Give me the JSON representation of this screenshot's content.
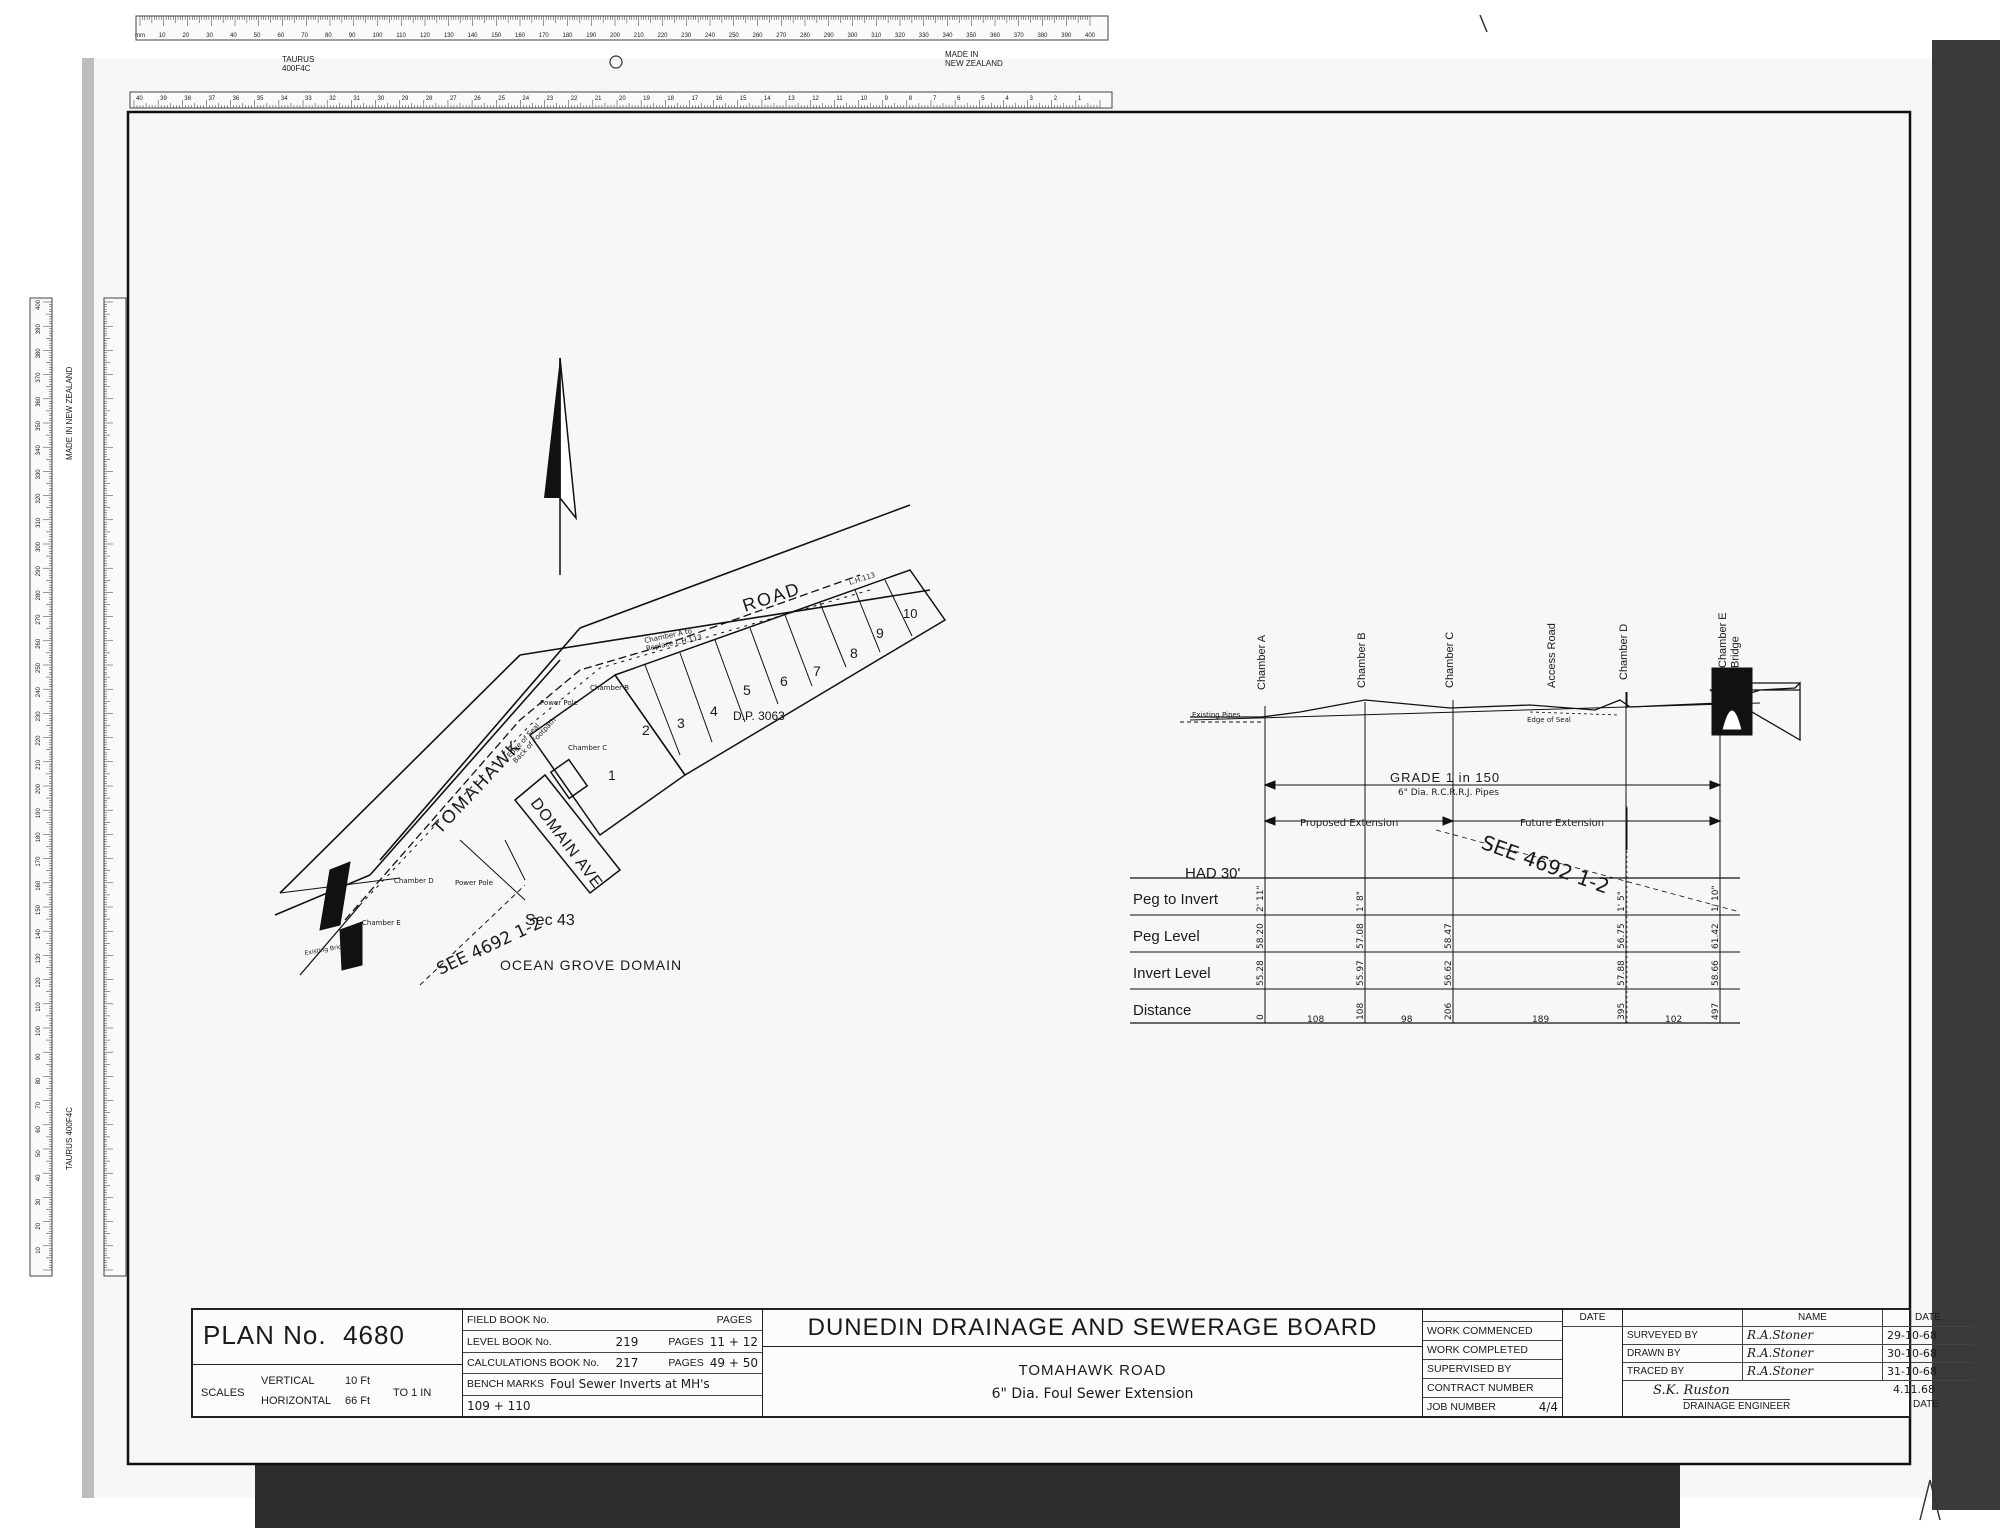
{
  "ruler_top": {
    "maker": "TAURUS\n400F4C",
    "made_in": "MADE IN\nNEW ZEALAND",
    "mm_ticks": [
      "mm",
      "10",
      "20",
      "30",
      "40",
      "50",
      "60",
      "70",
      "80",
      "90",
      "100",
      "110",
      "120",
      "130",
      "140",
      "150",
      "160",
      "170",
      "180",
      "190",
      "200",
      "210",
      "220",
      "230",
      "240",
      "250",
      "260",
      "270",
      "280",
      "290",
      "300",
      "310",
      "320",
      "330",
      "340",
      "350",
      "360",
      "370",
      "380",
      "390",
      "400"
    ],
    "inch_ticks": [
      "40",
      "39",
      "38",
      "37",
      "36",
      "35",
      "34",
      "33",
      "32",
      "31",
      "30",
      "29",
      "28",
      "27",
      "26",
      "25",
      "24",
      "23",
      "22",
      "21",
      "20",
      "19",
      "18",
      "17",
      "16",
      "15",
      "14",
      "13",
      "12",
      "11",
      "10",
      "9",
      "8",
      "7",
      "6",
      "5",
      "4",
      "3",
      "2",
      "1"
    ]
  },
  "ruler_left": {
    "maker": "TAURUS 400F4C",
    "made_in": "MADE IN NEW ZEALAND",
    "mm_ticks": [
      "400",
      "390",
      "380",
      "370",
      "360",
      "350",
      "340",
      "330",
      "320",
      "310",
      "300",
      "290",
      "280",
      "270",
      "260",
      "250",
      "240",
      "230",
      "220",
      "210",
      "200",
      "190",
      "180",
      "170",
      "160",
      "150",
      "140",
      "130",
      "120",
      "110",
      "100",
      "90",
      "80",
      "70",
      "60",
      "50",
      "40",
      "30",
      "20",
      "10"
    ]
  },
  "site_plan": {
    "road_name_1": "TOMAHAWK",
    "road_name_2": "ROAD",
    "road_note": "Edge of Seal\nBack of Footpath",
    "lh_label": "L.H.113",
    "chamber_a_note": "Chamber A to\nReplace L.H.113",
    "chamber_b": "Chamber B",
    "chamber_c": "Chamber C",
    "chamber_d": "Chamber D",
    "chamber_e": "Chamber E",
    "power_pole_1": "Power Pole",
    "power_pole_2": "Power Pole",
    "lots": [
      "1",
      "2",
      "3",
      "4",
      "5",
      "6",
      "7",
      "8",
      "9",
      "10"
    ],
    "dp": "D.P. 3063",
    "domain_ave": "DOMAIN AVE",
    "section": "Sec 43",
    "see_note": "SEE 4692 1-2",
    "ocean_grove": "OCEAN GROVE DOMAIN",
    "bridge_note": "Existing Bridge"
  },
  "profile": {
    "chambers": [
      "Chamber A",
      "Chamber B",
      "Chamber C",
      "Access Road",
      "Chamber D",
      "Chamber E\nBridge"
    ],
    "existing_pipes": "Existing Pipes",
    "edge_of_seal": "Edge of Seal",
    "grade": "GRADE  1 in 150",
    "pipes": "6\" Dia. R.C.R.R.J. Pipes",
    "proposed": "Proposed Extension",
    "future": "Future Extension",
    "see_note": "SEE 4692  1-2",
    "datum": "HAD 30'",
    "row_labels": [
      "Peg to Invert",
      "Peg Level",
      "Invert Level",
      "Distance"
    ],
    "peg_to_invert": [
      "2' 11\"",
      "1' 8\"",
      "",
      "",
      "1' 5\"",
      "1' 10\""
    ],
    "peg_level": [
      "58.20",
      "57.08",
      "58.47",
      "",
      "56.75",
      "61.42"
    ],
    "invert_level": [
      "55.28",
      "55.97",
      "56.62",
      "",
      "57.88",
      "58.66"
    ],
    "distance": [
      "0",
      "108",
      "206",
      "",
      "395",
      "497"
    ],
    "segment_lengths": [
      "108",
      "98",
      "189",
      "102"
    ]
  },
  "title_block": {
    "plan_label": "PLAN No.",
    "plan_number": "4680",
    "scales_label": "SCALES",
    "vertical_label": "VERTICAL",
    "vertical_value": "10 Ft",
    "horizontal_label": "HORIZONTAL",
    "horizontal_value": "66 Ft",
    "to_label": "TO 1 IN",
    "field_book_label": "FIELD BOOK No.",
    "field_book_value": "",
    "level_book_label": "LEVEL BOOK No.",
    "level_book_value": "219",
    "calc_book_label": "CALCULATIONS BOOK No.",
    "calc_book_value": "217",
    "bench_marks_label": "BENCH MARKS",
    "bench_marks_value": "Foul Sewer Inverts at MH's",
    "bench_marks_value_2": "109 + 110",
    "pages_label": "PAGES",
    "pages_field": "",
    "pages_level": "11 + 12",
    "pages_calc": "49 + 50",
    "board": "DUNEDIN DRAINAGE AND SEWERAGE BOARD",
    "project": "TOMAHAWK ROAD",
    "description": "6\" Dia. Foul Sewer Extension",
    "work_commenced": "WORK COMMENCED",
    "work_completed": "WORK COMPLETED",
    "supervised_by": "SUPERVISED BY",
    "contract_number": "CONTRACT NUMBER",
    "job_number": "JOB NUMBER",
    "job_number_value": "4/4",
    "date_header": "DATE",
    "name_header": "NAME",
    "surveyed_by": "SURVEYED BY",
    "drawn_by": "DRAWN BY",
    "traced_by": "TRACED BY",
    "surveyed_name": "R.A.Stoner",
    "drawn_name": "R.A.Stoner",
    "traced_name": "R.A.Stoner",
    "surveyed_date": "29-10-68",
    "drawn_date": "30-10-68",
    "traced_date": "31-10-68",
    "engineer_signature": "S.K. Ruston",
    "engineer_date": "4.11.68",
    "drainage_engineer": "DRAINAGE ENGINEER",
    "date_footer": "DATE"
  }
}
